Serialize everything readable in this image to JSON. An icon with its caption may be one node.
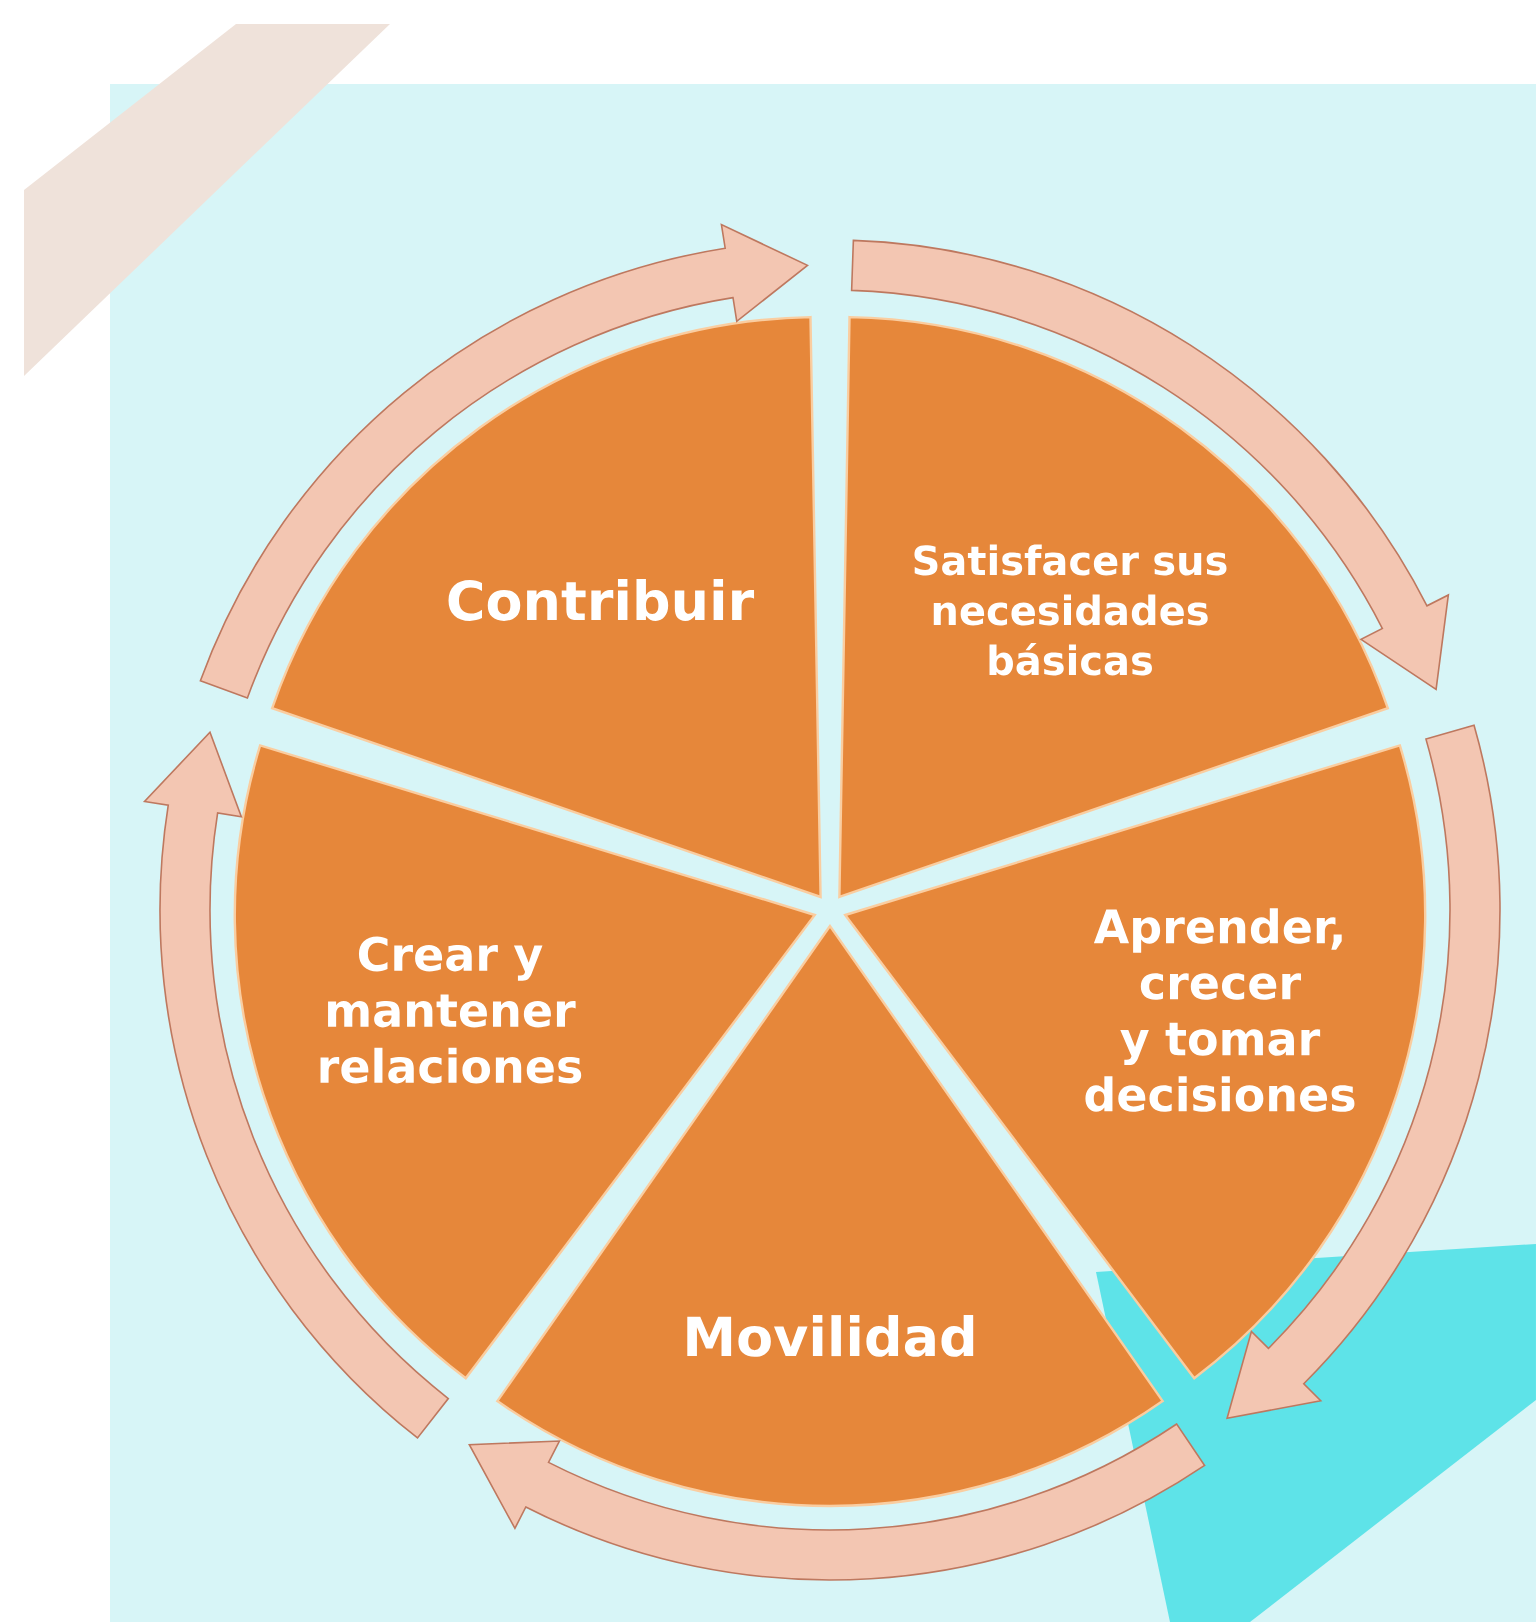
{
  "diagram": {
    "nodes": [
      {
        "text": [
          "Contribuir"
        ]
      },
      {
        "text": [
          "Satisfacer sus necesidades básicas"
        ]
      },
      {
        "text": [
          "Aprender, crecer y tomar decisiones"
        ]
      },
      {
        "text": [
          "Movilidad"
        ]
      },
      {
        "text": [
          "Crear y mantener relaciones"
        ]
      }
    ],
    "edges": [
      {
        "from": 0,
        "to": 1,
        "arrow": "to"
      },
      {
        "from": 1,
        "to": 2,
        "arrow": "to"
      },
      {
        "from": 2,
        "to": 3,
        "arrow": "to"
      },
      {
        "from": 3,
        "to": 4,
        "arrow": "to"
      },
      {
        "from": 4,
        "to": 0,
        "arrow": "to"
      }
    ]
  }
}
